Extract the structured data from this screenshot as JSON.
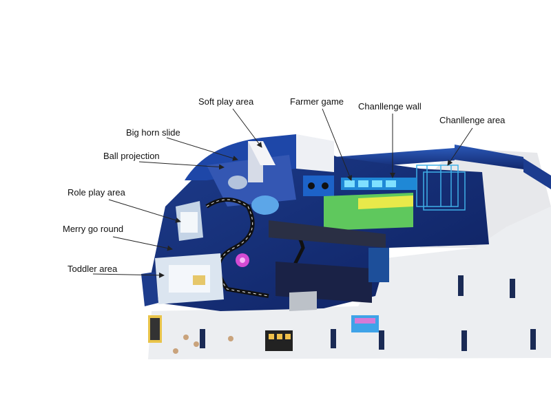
{
  "labels": {
    "soft_play": "Soft play area",
    "farmer_game": "Farmer game",
    "challenge_wall": "Chanllenge wall",
    "challenge_area": "Chanllenge area",
    "big_horn_slide": "Big horn slide",
    "ball_projection": "Ball projection",
    "role_play": "Role play area",
    "merry_go_round": "Merry go round",
    "toddler": "Toddler area"
  }
}
